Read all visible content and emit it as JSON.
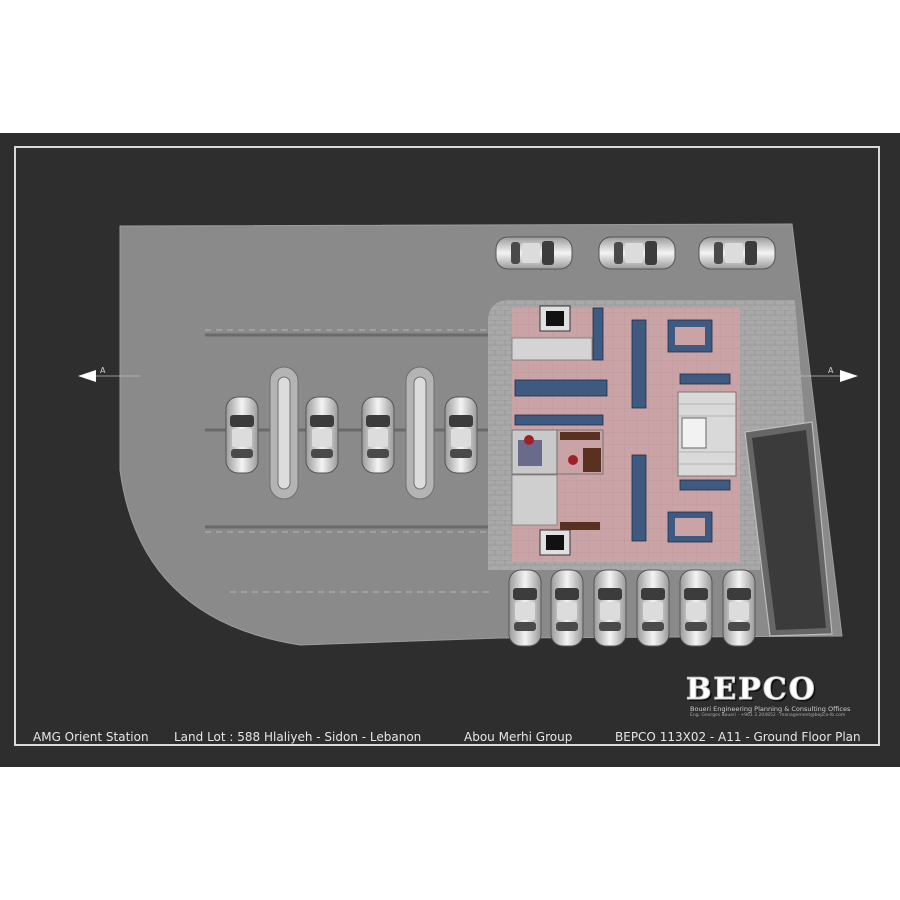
{
  "title_block": {
    "project": "AMG Orient Station",
    "location": "Land Lot : 588 Hlaliyeh - Sidon - Lebanon",
    "client": "Abou Merhi Group",
    "drawing": "BEPCO  113X02 - A11 -  Ground Floor Plan"
  },
  "logo": {
    "name": "BEPCO",
    "subtitle": "Boueri Engineering Planning & Consulting Offices",
    "contact": "Eng. Georges Boueri  ·  +961 3 204852  ·  management@bepco-lb.com"
  },
  "section_markers": {
    "left": "A",
    "right": "A"
  },
  "colors": {
    "background": "#2e2e2e",
    "site": "#8a8a8a",
    "pavers": "#a9a9a9",
    "floor": "#c9a3a6",
    "shelving": "#3f5a80",
    "frame": "#d9d9d9"
  }
}
